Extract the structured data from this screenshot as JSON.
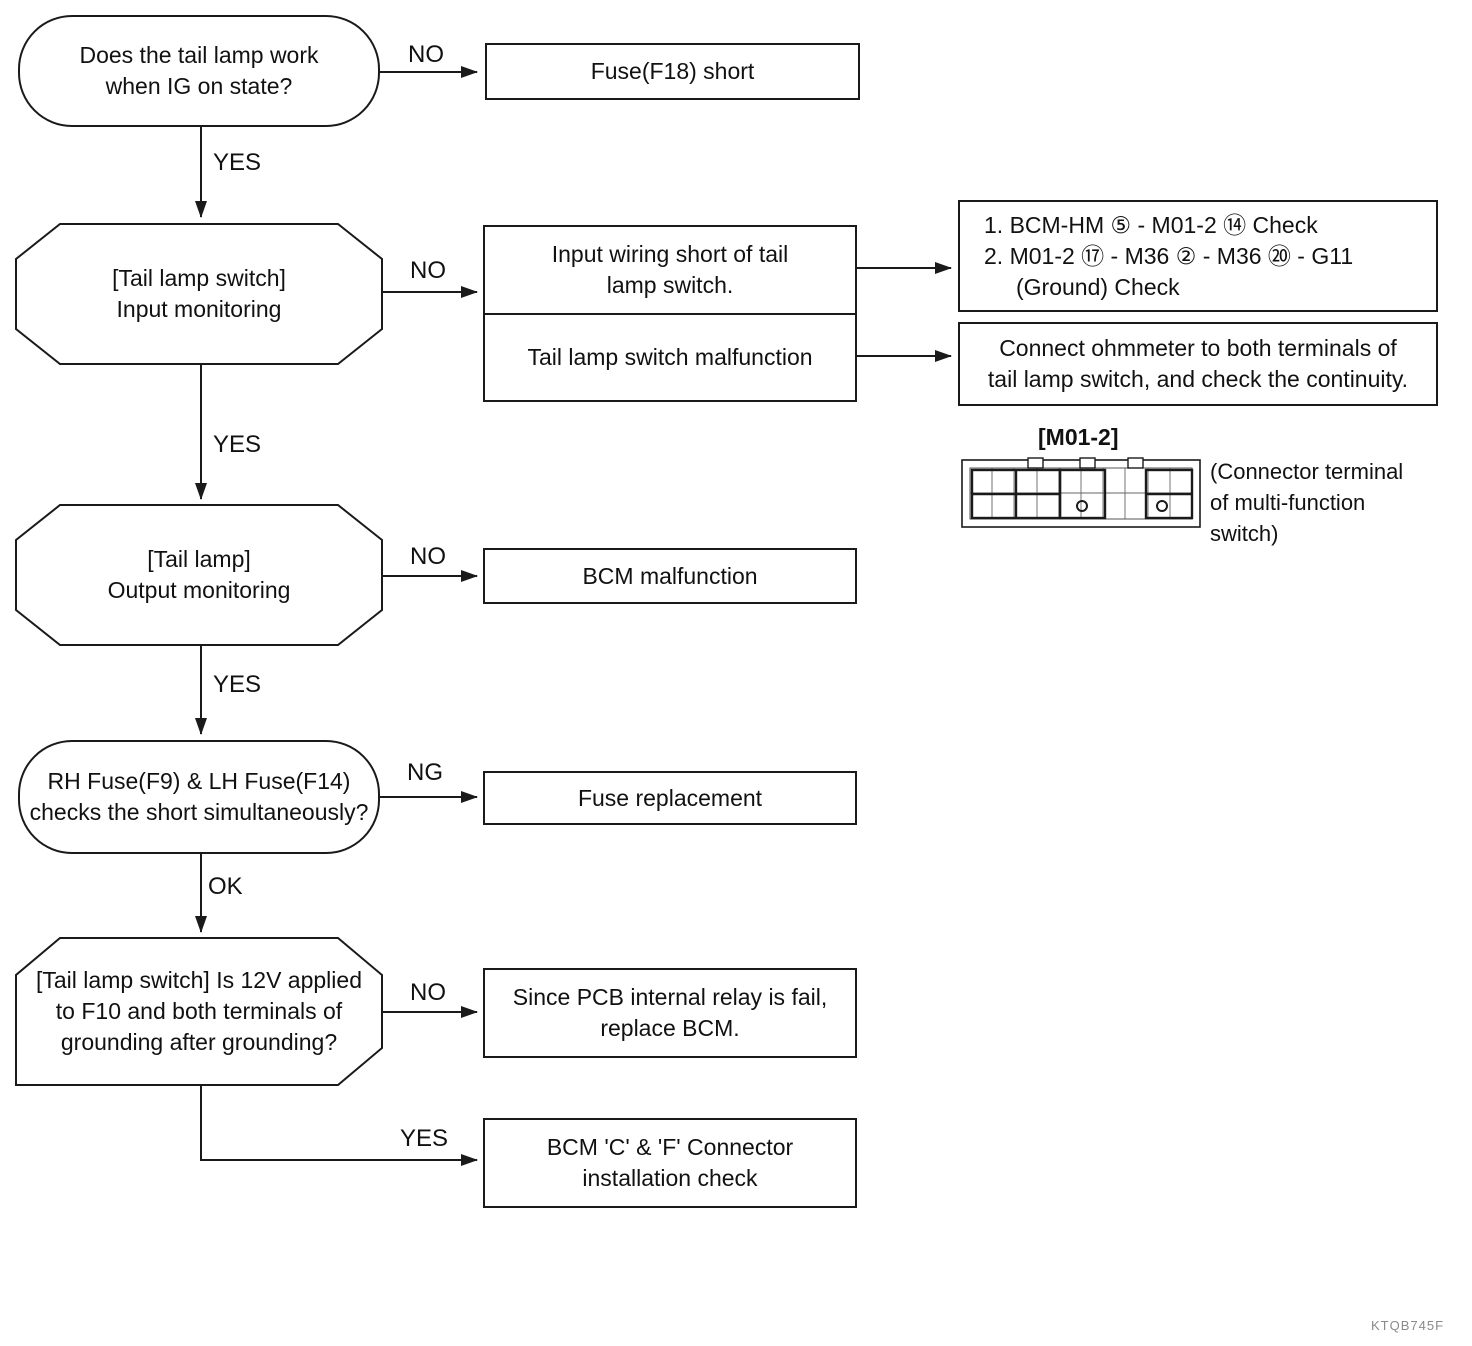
{
  "colors": {
    "ink": "#1a1a1a",
    "background": "#ffffff",
    "figure_code_gray": "#8a8a8a"
  },
  "flowchart": {
    "nodes": {
      "start_question": "Does the tail lamp work\nwhen IG on state?",
      "fuse_f18_short": "Fuse(F18) short",
      "input_monitoring": "[Tail lamp switch]\nInput monitoring",
      "input_wiring_short": "Input wiring short of tail\nlamp switch.",
      "switch_malfunction": "Tail lamp switch malfunction",
      "check_steps": {
        "line1": "1. BCM-HM ⑤ - M01-2 ⑭  Check",
        "line2": "2. M01-2 ⑰ - M36 ② - M36 ⑳  - G11",
        "line3": "(Ground) Check"
      },
      "ohmmeter_note": "Connect ohmmeter to both terminals of\ntail lamp switch, and check the continuity.",
      "output_monitoring": "[Tail lamp]\nOutput monitoring",
      "bcm_malfunction": "BCM malfunction",
      "fuse_check_question": "RH Fuse(F9) & LH Fuse(F14)\nchecks the short simultaneously?",
      "fuse_replacement": "Fuse replacement",
      "voltage_question": "[Tail lamp switch] Is 12V applied\nto F10 and both terminals of\ngrounding after grounding?",
      "pcb_relay_fail": "Since PCB internal relay is fail,\nreplace BCM.",
      "connector_install_check": "BCM 'C' & 'F' Connector\ninstallation check"
    },
    "edge_labels": {
      "no_1": "NO",
      "yes_1": "YES",
      "no_2": "NO",
      "yes_2": "YES",
      "no_3": "NO",
      "yes_3": "YES",
      "ng_1": "NG",
      "ok_1": "OK",
      "no_4": "NO",
      "yes_4": "YES"
    },
    "connector": {
      "title": "[M01-2]",
      "caption": "(Connector terminal\nof multi-function\nswitch)"
    },
    "figure_code": "KTQB745F"
  }
}
